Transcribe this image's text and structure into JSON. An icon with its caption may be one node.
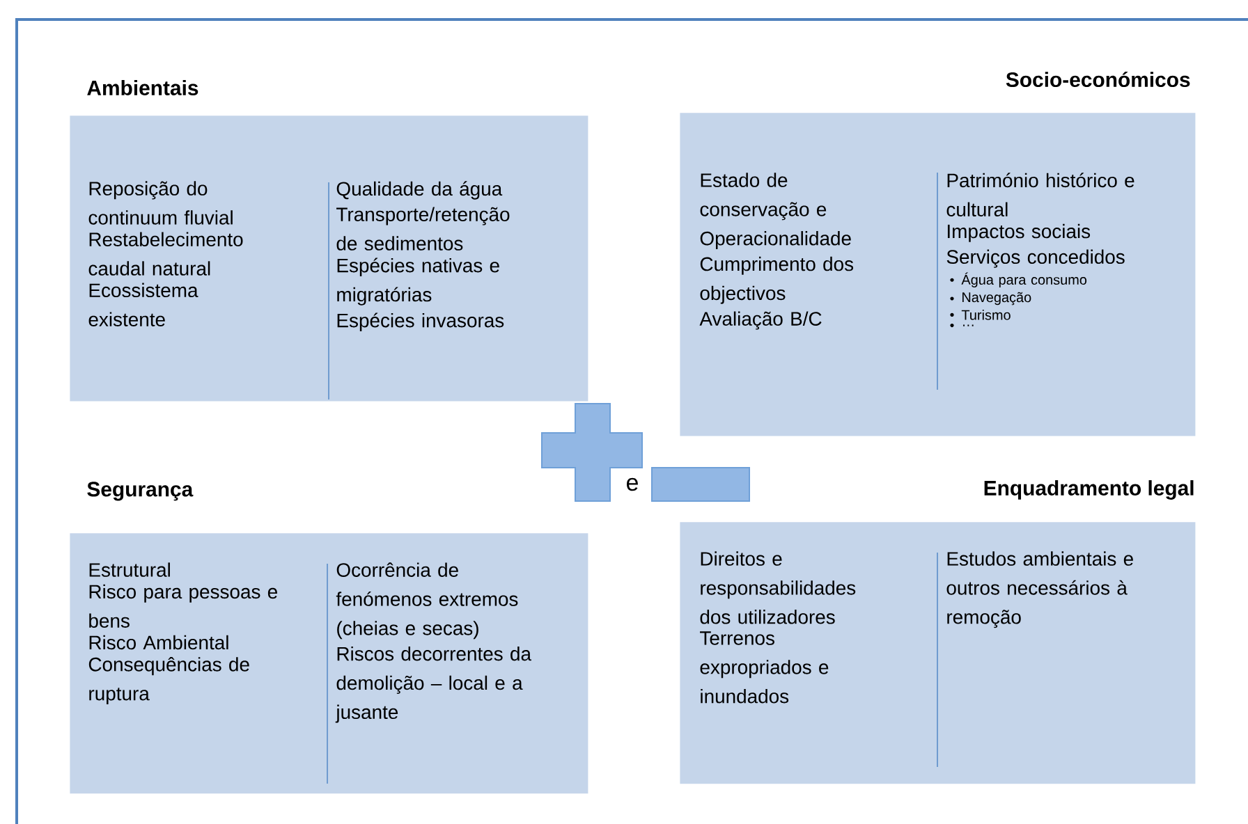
{
  "diagram": {
    "nodes": [
      {
        "text": [
          "Ambientais",
          "Reposição do continuum fluvial",
          "Restabelecimento caudal natural",
          "Ecossistema existente",
          "Qualidade da água",
          "Transporte/retenção de sedimentos",
          "Espécies nativas e migratórias",
          "Espécies invasoras"
        ]
      },
      {
        "text": [
          "Socio-económicos",
          "Estado de conservação e Operacionalidade",
          "Cumprimento dos objectivos",
          "Avaliação B/C",
          "Património histórico e cultural",
          "Impactos sociais",
          "Serviços concedidos",
          "Água para consumo",
          "Navegação",
          "Turismo",
          "…"
        ]
      },
      {
        "text": [
          "Segurança",
          "Estrutural",
          "Risco para pessoas e bens",
          "Risco Ambiental",
          "Consequências de ruptura",
          "Ocorrência de fenómenos extremos (cheias e secas)",
          "Riscos decorrentes da demolição – local e a jusante"
        ]
      },
      {
        "text": [
          "Enquadramento legal",
          "Direitos e responsabilidades dos utilizadores",
          "Terrenos expropriados e inundados",
          "Estudos ambientais e outros necessários à remoção"
        ]
      }
    ],
    "labels": [
      "e"
    ]
  }
}
